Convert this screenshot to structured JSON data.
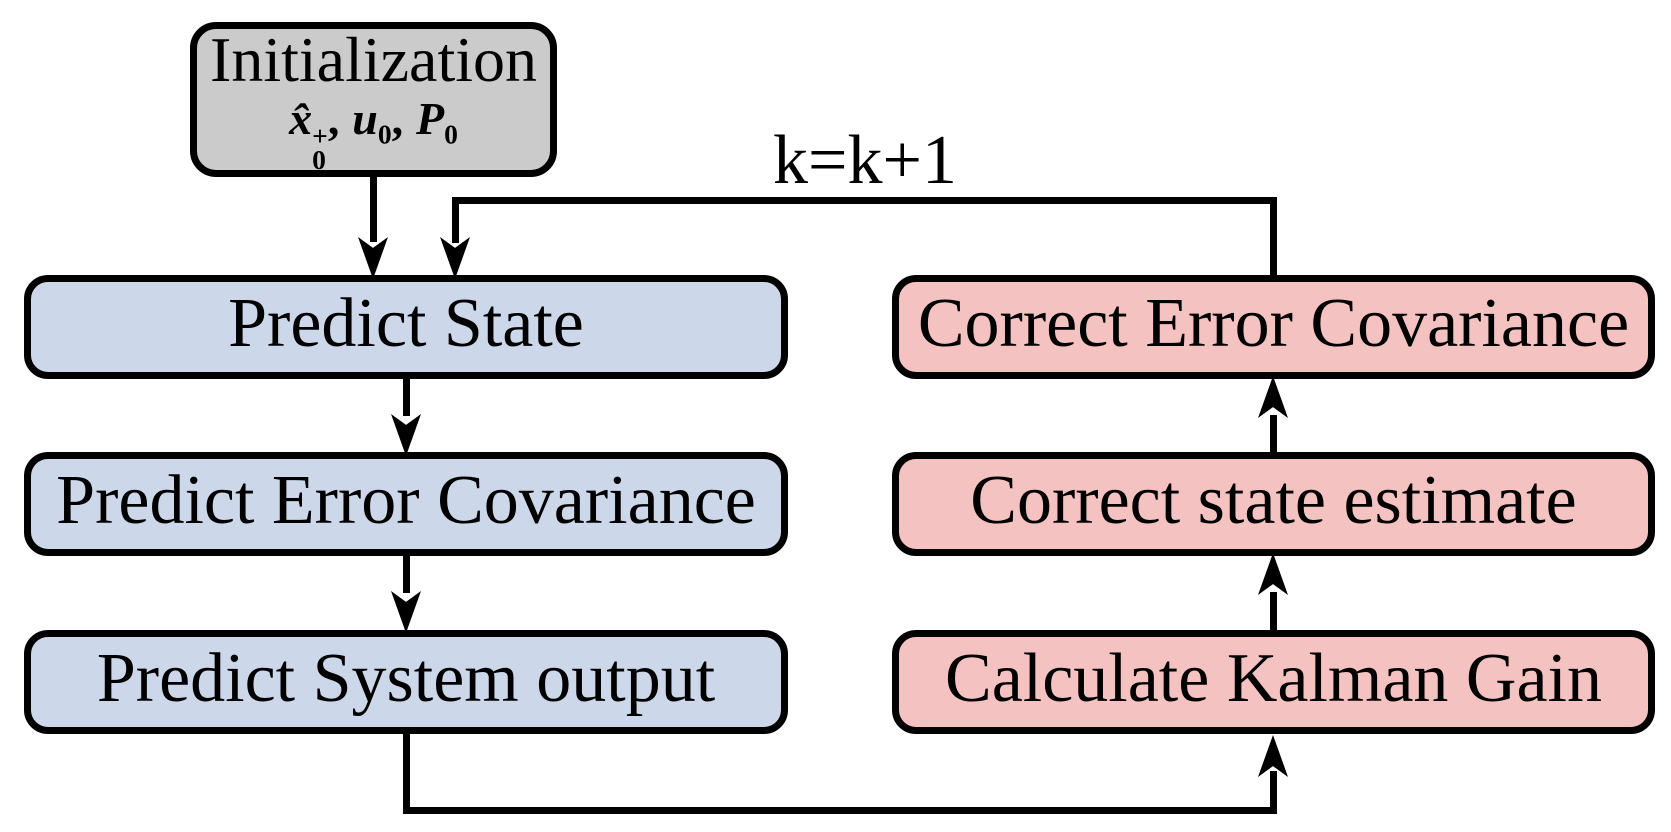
{
  "colors": {
    "background": "#ffffff",
    "line": "#000000",
    "init_fill": "#cbcbcb",
    "predict_fill": "#ccd8ea",
    "correct_fill": "#f4c2c0"
  },
  "loop_label": "k=k+1",
  "init_box": {
    "title": "Initialization",
    "math": {
      "x_hat": "x̂",
      "x_sup": "+",
      "x_sub": "0",
      "sep1": ",",
      "u": "u",
      "u_sub": "0",
      "sep2": ",",
      "P": "P",
      "p_sub": "0"
    }
  },
  "boxes": {
    "predict_state": "Predict State",
    "predict_error_covariance": "Predict Error Covariance",
    "predict_system_output": "Predict System output",
    "correct_error_covariance": "Correct Error Covariance",
    "correct_state_estimate": "Correct state estimate",
    "calculate_kalman_gain": "Calculate Kalman Gain"
  }
}
